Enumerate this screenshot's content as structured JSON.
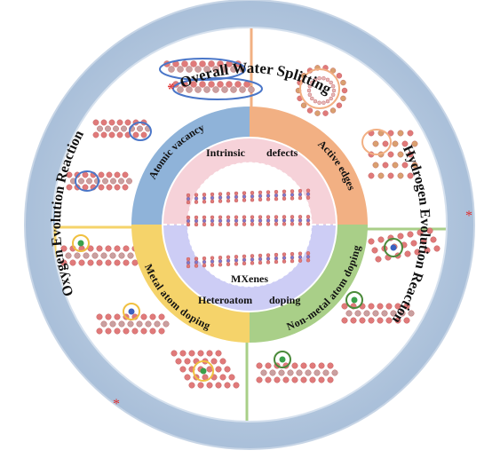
{
  "outer_labels": {
    "top": "Overall Water Splitting",
    "right": "Hydrogen Evolution Reaction",
    "left": "Oxygen Evolution Reaction",
    "marker": "*"
  },
  "ring_labels": {
    "atomic_vacancy": "Atomic vacancy",
    "active_edges": "Active edges",
    "metal_atom_doping": "Metal atom doping",
    "non_metal_atom_doping": "Non-metal atom doping"
  },
  "inner_labels": {
    "intrinsic": "Intrinsic",
    "defects": "defects",
    "heteroatom": "Heteroatom",
    "doping": "doping"
  },
  "center_label": "MXenes",
  "colors": {
    "outer_ring": "#a9bfd9",
    "blue_segment": "#8fb3d9",
    "orange_segment": "#f2b083",
    "yellow_segment": "#f5d36a",
    "green_segment": "#a9cf88",
    "inner_pink": "#f6d2d9",
    "inner_lavender": "#cdcdf5",
    "marker_red": "#e03030",
    "atom_pink": "#e07a7a"
  }
}
